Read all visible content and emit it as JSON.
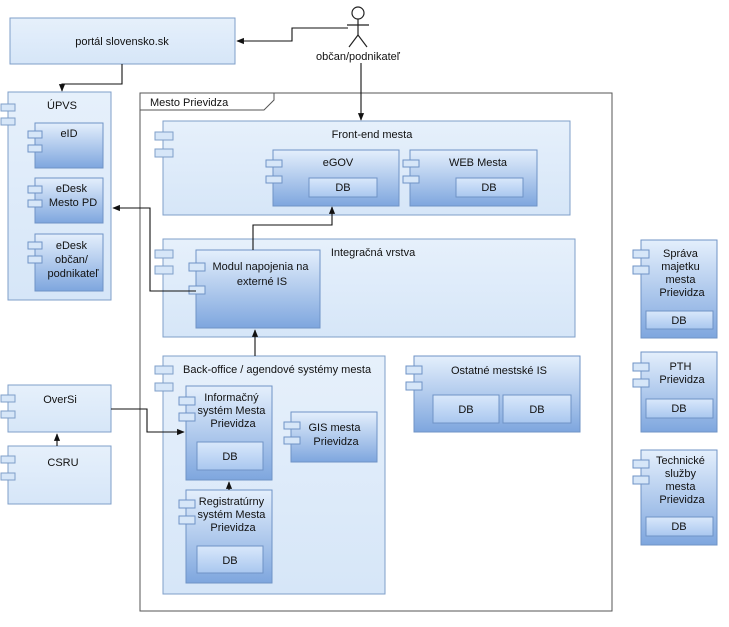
{
  "actor": {
    "label": "občan/podnikateľ"
  },
  "portal": {
    "label": "portál slovensko.sk"
  },
  "upvs": {
    "title": "ÚPVS",
    "components": [
      {
        "lines": [
          "eID"
        ]
      },
      {
        "lines": [
          "eDesk",
          "Mesto PD"
        ]
      },
      {
        "lines": [
          "eDesk",
          "občan/",
          "podnikateľ"
        ]
      }
    ]
  },
  "mesto": {
    "title": "Mesto Prievidza",
    "frontend": {
      "title": "Front-end mesta",
      "egov": {
        "label": "eGOV",
        "db": "DB"
      },
      "web": {
        "label": "WEB Mesta",
        "db": "DB"
      }
    },
    "integration": {
      "title": "Integračná vrstva",
      "module": {
        "lines": [
          "Modul napojenia na",
          "externé IS"
        ]
      }
    },
    "backoffice": {
      "title": "Back-office / agendové systémy mesta",
      "is": {
        "lines": [
          "Informačný",
          "systém Mesta",
          "Prievidza"
        ],
        "db": "DB"
      },
      "gis": {
        "lines": [
          "GIS mesta",
          "Prievidza"
        ]
      },
      "reg": {
        "lines": [
          "Registratúrny",
          "systém Mesta",
          "Prievidza"
        ],
        "db": "DB"
      }
    },
    "other": {
      "title": "Ostatné mestské IS",
      "db1": "DB",
      "db2": "DB"
    }
  },
  "oversi": {
    "label": "OverSi"
  },
  "csru": {
    "label": "CSRU"
  },
  "right_components": [
    {
      "lines": [
        "Správa",
        "majetku",
        "mesta",
        "Prievidza"
      ],
      "db": "DB"
    },
    {
      "lines": [
        "PTH",
        "Prievidza"
      ],
      "db": "DB"
    },
    {
      "lines": [
        "Technické",
        "služby",
        "mesta",
        "Prievidza"
      ],
      "db": "DB"
    }
  ]
}
